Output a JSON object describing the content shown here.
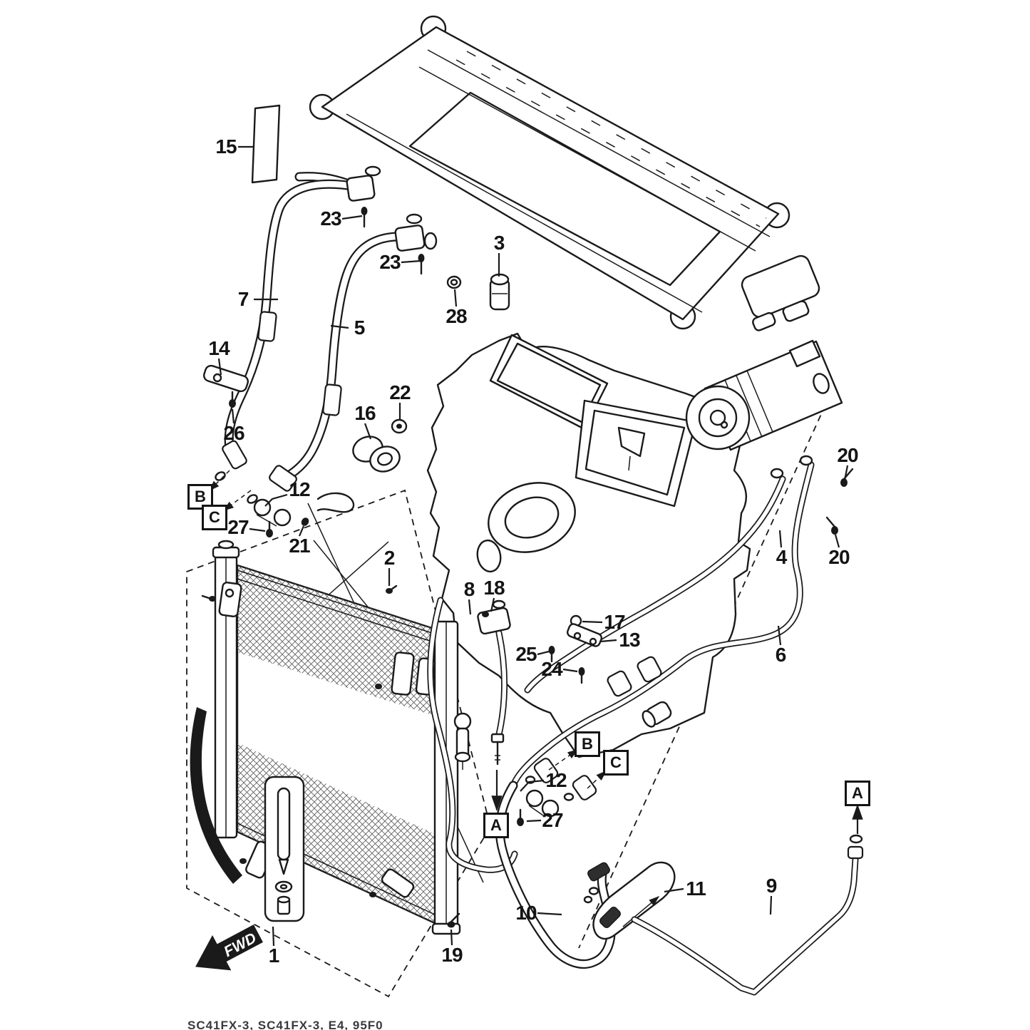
{
  "diagram": {
    "type": "exploded-parts-diagram",
    "subject": "Automotive air-conditioning and heater piping",
    "footer_code": "SC41FX-3, SC41FX-3, E4, 95F0",
    "fwd_label": "FWD",
    "colors": {
      "line": "#1a1a1a",
      "background": "#ffffff"
    },
    "part_labels": [
      "15",
      "23",
      "23",
      "3",
      "28",
      "7",
      "5",
      "14",
      "26",
      "16",
      "22",
      "12",
      "27",
      "21",
      "2",
      "8",
      "18",
      "17",
      "13",
      "25",
      "24",
      "4",
      "20",
      "20",
      "6",
      "12",
      "27",
      "10",
      "11",
      "9",
      "19",
      "1"
    ],
    "ref_boxes": [
      "B",
      "C",
      "A",
      "B",
      "C",
      "A"
    ]
  }
}
